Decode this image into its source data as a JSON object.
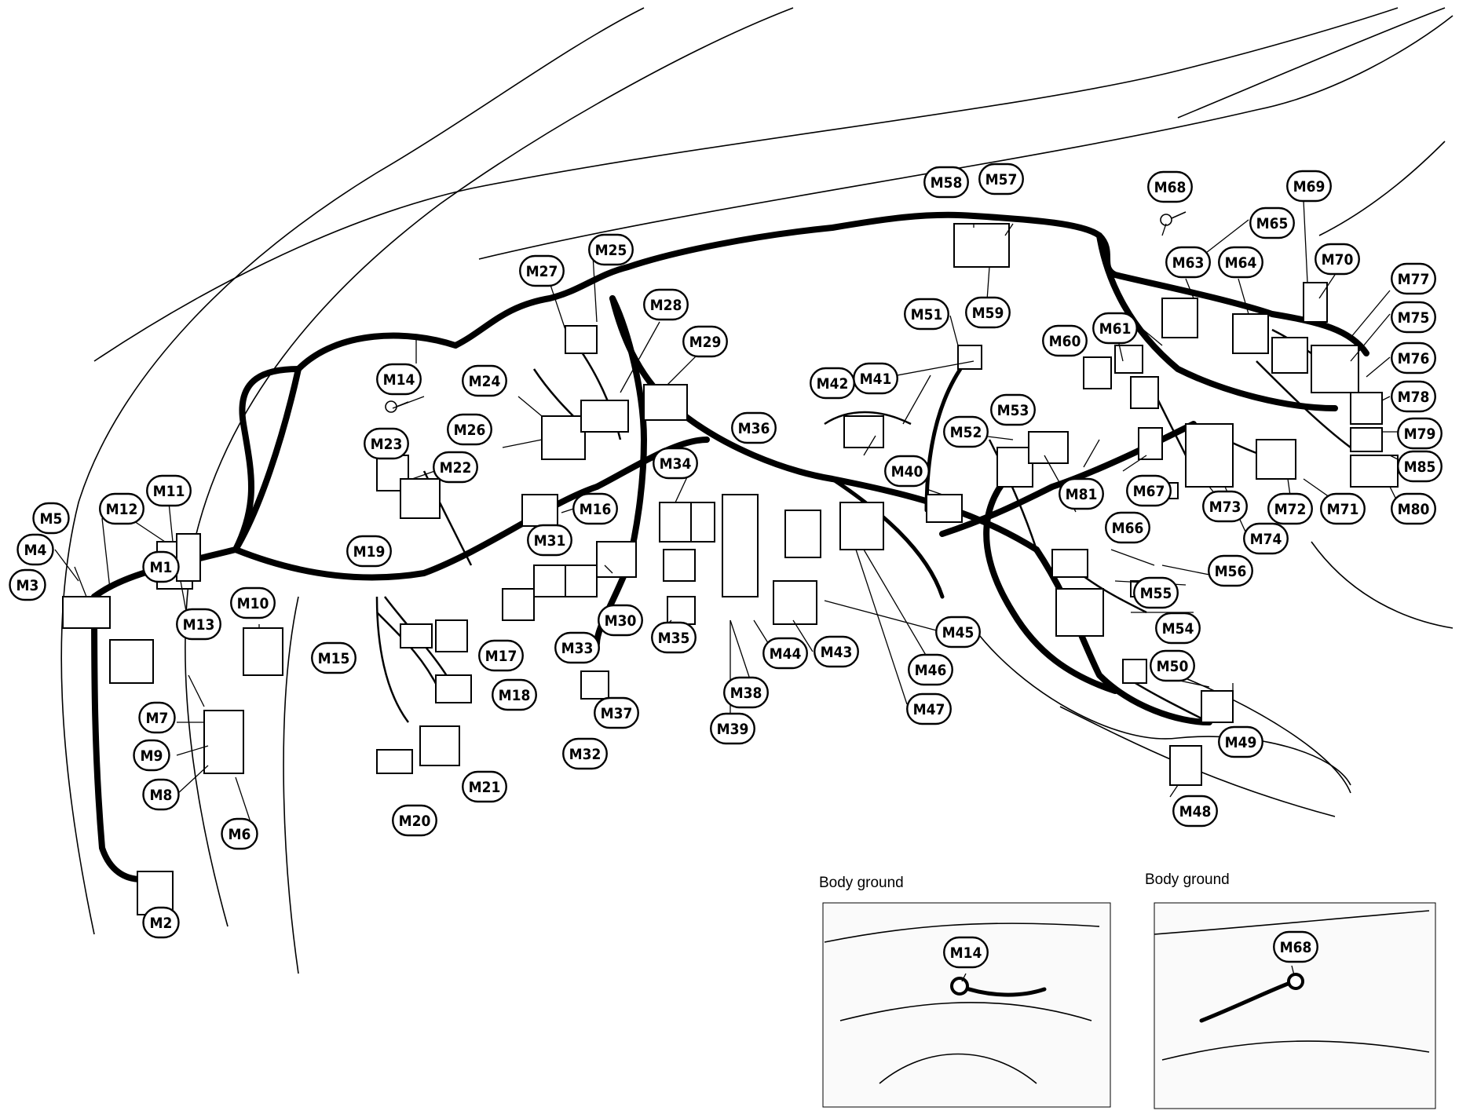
{
  "connectors": [
    {
      "id": "M1",
      "label": "M1"
    },
    {
      "id": "M2",
      "label": "M2"
    },
    {
      "id": "M3",
      "label": "M3"
    },
    {
      "id": "M4",
      "label": "M4"
    },
    {
      "id": "M5",
      "label": "M5"
    },
    {
      "id": "M6",
      "label": "M6"
    },
    {
      "id": "M7",
      "label": "M7"
    },
    {
      "id": "M8",
      "label": "M8"
    },
    {
      "id": "M9",
      "label": "M9"
    },
    {
      "id": "M10",
      "label": "M10"
    },
    {
      "id": "M11",
      "label": "M11"
    },
    {
      "id": "M12",
      "label": "M12"
    },
    {
      "id": "M13",
      "label": "M13"
    },
    {
      "id": "M14",
      "label": "M14"
    },
    {
      "id": "M15",
      "label": "M15"
    },
    {
      "id": "M16",
      "label": "M16"
    },
    {
      "id": "M17",
      "label": "M17"
    },
    {
      "id": "M18",
      "label": "M18"
    },
    {
      "id": "M19",
      "label": "M19"
    },
    {
      "id": "M20",
      "label": "M20"
    },
    {
      "id": "M21",
      "label": "M21"
    },
    {
      "id": "M22",
      "label": "M22"
    },
    {
      "id": "M23",
      "label": "M23"
    },
    {
      "id": "M24",
      "label": "M24"
    },
    {
      "id": "M25",
      "label": "M25"
    },
    {
      "id": "M26",
      "label": "M26"
    },
    {
      "id": "M27",
      "label": "M27"
    },
    {
      "id": "M28",
      "label": "M28"
    },
    {
      "id": "M29",
      "label": "M29"
    },
    {
      "id": "M30",
      "label": "M30"
    },
    {
      "id": "M31",
      "label": "M31"
    },
    {
      "id": "M32",
      "label": "M32"
    },
    {
      "id": "M33",
      "label": "M33"
    },
    {
      "id": "M34",
      "label": "M34"
    },
    {
      "id": "M35",
      "label": "M35"
    },
    {
      "id": "M36",
      "label": "M36"
    },
    {
      "id": "M37",
      "label": "M37"
    },
    {
      "id": "M38",
      "label": "M38"
    },
    {
      "id": "M39",
      "label": "M39"
    },
    {
      "id": "M40",
      "label": "M40"
    },
    {
      "id": "M41",
      "label": "M41"
    },
    {
      "id": "M42",
      "label": "M42"
    },
    {
      "id": "M43",
      "label": "M43"
    },
    {
      "id": "M44",
      "label": "M44"
    },
    {
      "id": "M45",
      "label": "M45"
    },
    {
      "id": "M46",
      "label": "M46"
    },
    {
      "id": "M47",
      "label": "M47"
    },
    {
      "id": "M48",
      "label": "M48"
    },
    {
      "id": "M49",
      "label": "M49"
    },
    {
      "id": "M50",
      "label": "M50"
    },
    {
      "id": "M51",
      "label": "M51"
    },
    {
      "id": "M52",
      "label": "M52"
    },
    {
      "id": "M53",
      "label": "M53"
    },
    {
      "id": "M54",
      "label": "M54"
    },
    {
      "id": "M55",
      "label": "M55"
    },
    {
      "id": "M56",
      "label": "M56"
    },
    {
      "id": "M57",
      "label": "M57"
    },
    {
      "id": "M58",
      "label": "M58"
    },
    {
      "id": "M59",
      "label": "M59"
    },
    {
      "id": "M60",
      "label": "M60"
    },
    {
      "id": "M61",
      "label": "M61"
    },
    {
      "id": "M63",
      "label": "M63"
    },
    {
      "id": "M64",
      "label": "M64"
    },
    {
      "id": "M65",
      "label": "M65"
    },
    {
      "id": "M66",
      "label": "M66"
    },
    {
      "id": "M67",
      "label": "M67"
    },
    {
      "id": "M68",
      "label": "M68"
    },
    {
      "id": "M69",
      "label": "M69"
    },
    {
      "id": "M70",
      "label": "M70"
    },
    {
      "id": "M71",
      "label": "M71"
    },
    {
      "id": "M72",
      "label": "M72"
    },
    {
      "id": "M73",
      "label": "M73"
    },
    {
      "id": "M74",
      "label": "M74"
    },
    {
      "id": "M75",
      "label": "M75"
    },
    {
      "id": "M76",
      "label": "M76"
    },
    {
      "id": "M77",
      "label": "M77"
    },
    {
      "id": "M78",
      "label": "M78"
    },
    {
      "id": "M79",
      "label": "M79"
    },
    {
      "id": "M80",
      "label": "M80"
    },
    {
      "id": "M81",
      "label": "M81"
    },
    {
      "id": "M85",
      "label": "M85"
    }
  ],
  "insets": [
    {
      "id": "inset-m14",
      "caption": "Body ground",
      "label": "M14"
    },
    {
      "id": "inset-m68",
      "caption": "Body ground",
      "label": "M68"
    }
  ]
}
